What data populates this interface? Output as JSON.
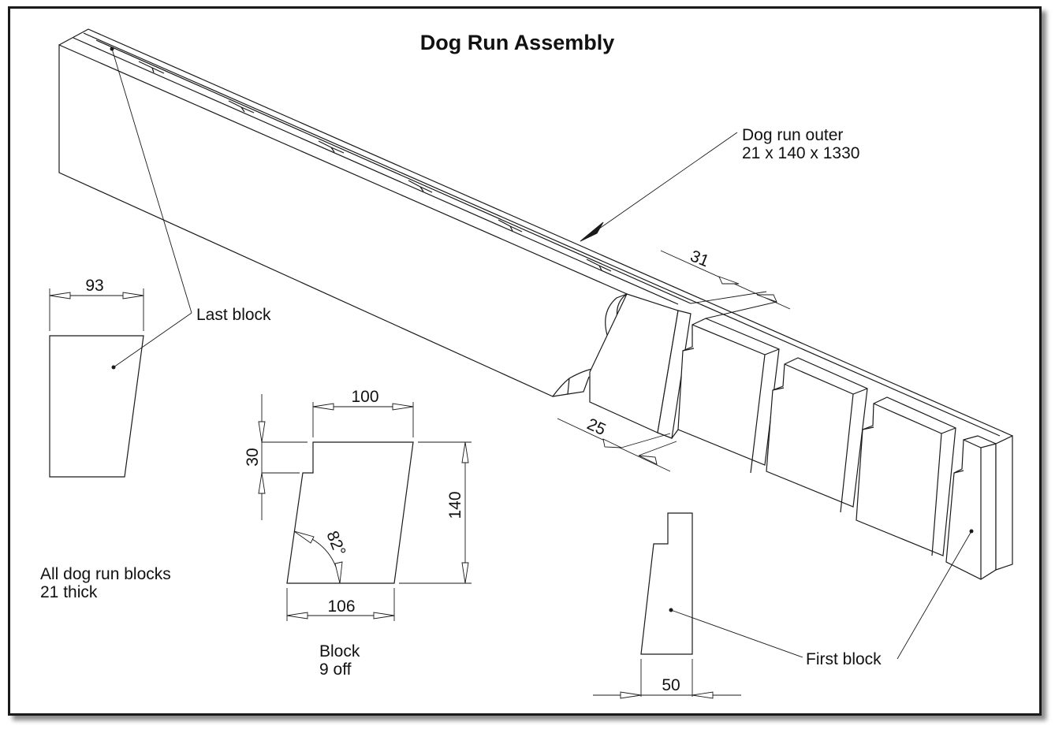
{
  "title": "Dog Run Assembly",
  "labels": {
    "outer_line1": "Dog run outer",
    "outer_line2": "21 x 140 x 1330",
    "last_block": "Last block",
    "first_block": "First block",
    "note_line1": "All dog run blocks",
    "note_line2": "21 thick",
    "block_line1": "Block",
    "block_line2": "9 off"
  },
  "dimensions": {
    "last_block_width": "93",
    "block_top_width": "100",
    "block_step": "30",
    "block_height": "140",
    "block_angle": "82°",
    "block_bottom_width": "106",
    "first_block_width": "50",
    "spacing_31": "31",
    "spacing_25": "25"
  },
  "colors": {
    "line": "#1a1a1a",
    "background": "#ffffff",
    "frame_shadow": "#8a8a8a"
  }
}
